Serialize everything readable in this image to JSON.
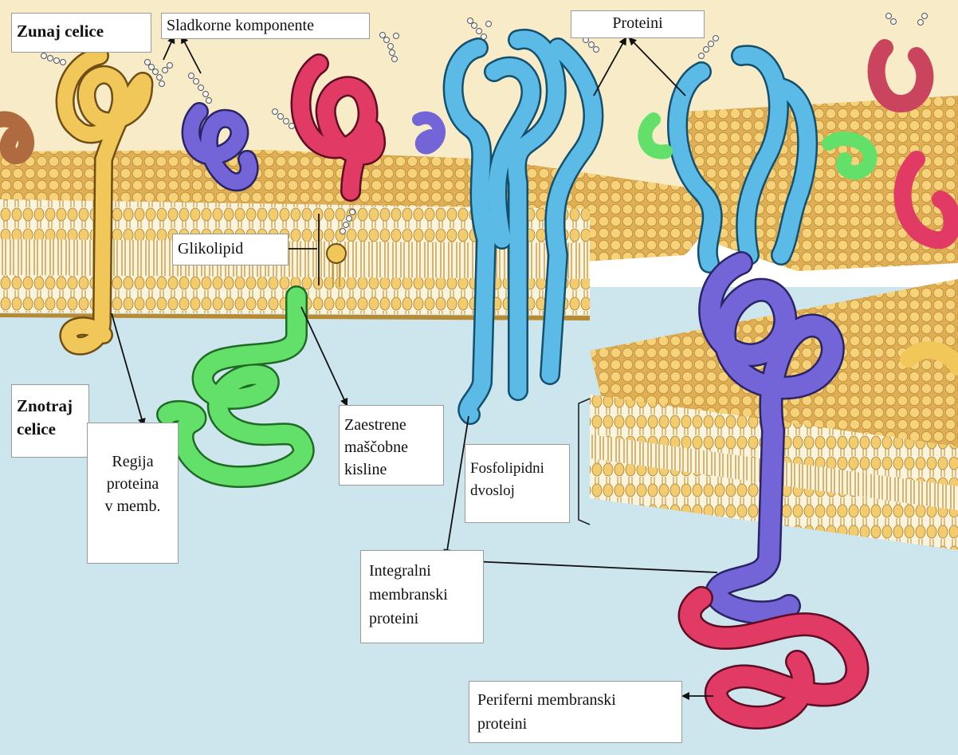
{
  "labels": {
    "outside": "Zunaj celice",
    "inside_line1": "Znotraj",
    "inside_line2": "celice",
    "sugar": "Sladkorne komponente",
    "proteins": "Proteini",
    "glycolipid": "Glikolipid",
    "region_line1": "Regija",
    "region_line2": "proteina",
    "region_line3": "v memb.",
    "fatty_line1": "Zaestrene",
    "fatty_line2": "maščobne",
    "fatty_line3": "kisline",
    "bilayer_line1": "Fosfolipidni",
    "bilayer_line2": "dvosloj",
    "integral_line1": "Integralni",
    "integral_line2": "membranski",
    "integral_line3": "proteini",
    "peripheral_line1": "Periferni membranski",
    "peripheral_line2": "proteini"
  },
  "colors": {
    "extracellular": "#f8ecc8",
    "cytoplasm": "#cde6ee",
    "lipid_head": "#f2c768",
    "lipid_tail": "#e2b458",
    "protein_blue": "#5bbbe6",
    "protein_purple": "#7365d8",
    "protein_red": "#e13a64",
    "protein_green": "#62e06a",
    "protein_yellow": "#f2c75a",
    "protein_pink": "#c9445c"
  }
}
